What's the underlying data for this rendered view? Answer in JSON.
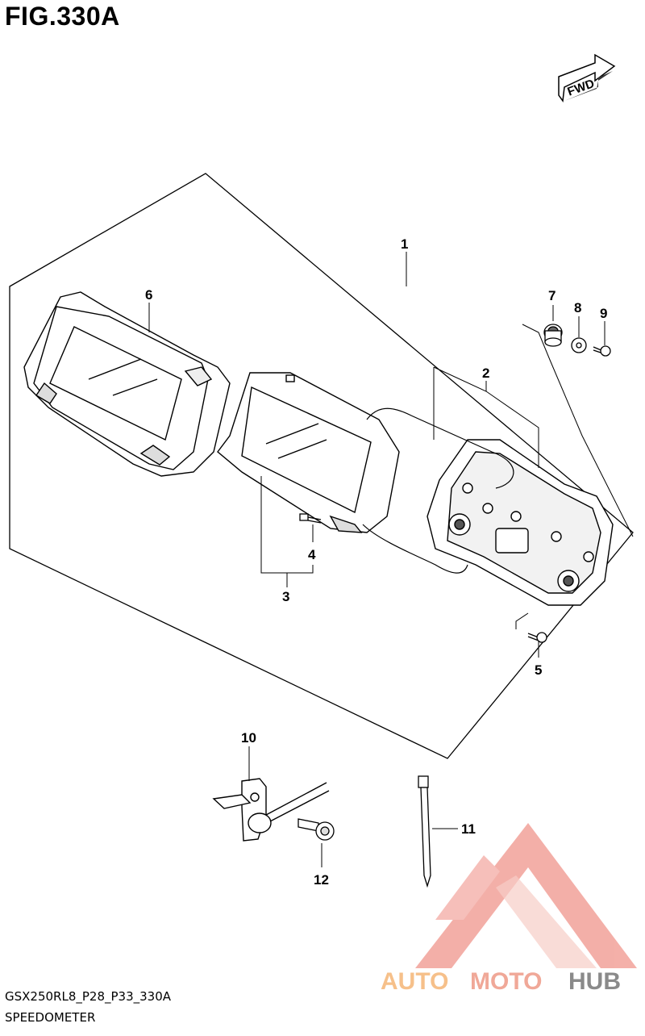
{
  "figure": {
    "title": "FIG.330A",
    "code": "GSX250RL8_P28_P33_330A",
    "name": "SPEEDOMETER",
    "direction_label": "FWD"
  },
  "callouts": {
    "c1": "1",
    "c2": "2",
    "c3": "3",
    "c4": "4",
    "c5": "5",
    "c6": "6",
    "c7": "7",
    "c8": "8",
    "c9": "9",
    "c10": "10",
    "c11": "11",
    "c12": "12"
  },
  "watermark": {
    "word1": "AUTO",
    "word2": "MOTO",
    "word3": "HUB",
    "color_light": "#f4b183",
    "color_accent": "#f0a898",
    "color_hub": "#8a8a8a"
  }
}
